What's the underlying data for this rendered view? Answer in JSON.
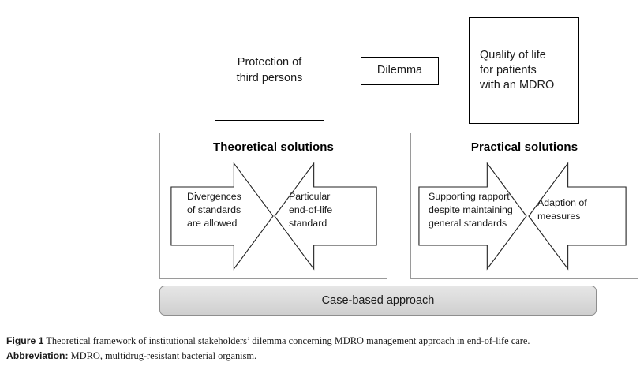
{
  "figure": {
    "top_boxes": [
      {
        "name": "protection",
        "text": "Protection of\nthird persons"
      },
      {
        "name": "dilemma",
        "text": "Dilemma"
      },
      {
        "name": "quality",
        "text": "Quality of life\nfor patients\nwith an MDRO"
      }
    ],
    "panels": [
      {
        "name": "theoretical",
        "title": "Theoretical solutions",
        "left_arrow_label": "Divergences\nof standards\nare allowed",
        "right_arrow_label": "Particular\nend-of-life\nstandard"
      },
      {
        "name": "practical",
        "title": "Practical solutions",
        "left_arrow_label": "Supporting rapport\ndespite maintaining\ngeneral standards",
        "right_arrow_label": "Adaption of\nmeasures"
      }
    ],
    "footer_bar": {
      "text": "Case-based approach"
    }
  },
  "caption": {
    "figure_label": "Figure 1",
    "figure_text": " Theoretical framework of institutional stakeholders’ dilemma concerning MDRO management approach in end-of-life care.",
    "abbreviation_label": "Abbreviation:",
    "abbreviation_text": " MDRO, multidrug-resistant bacterial organism."
  },
  "colors": {
    "box_border": "#000000",
    "panel_border": "#9a9a9a",
    "arrow_stroke": "#222222",
    "bar_fill_top": "#e6e6e6",
    "bar_fill_bottom": "#cfcfcf",
    "text": "#1a1a1a",
    "background": "#ffffff"
  }
}
